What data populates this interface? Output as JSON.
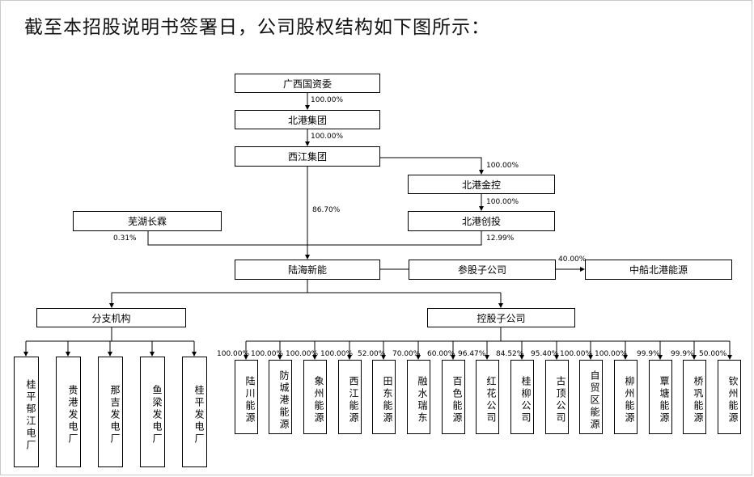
{
  "title": "截至本招股说明书签署日，公司股权结构如下图所示：",
  "nodes": {
    "gxgzw": "广西国资委",
    "bgjt": "北港集团",
    "xjjt": "西江集团",
    "bgjk": "北港金控",
    "bgct": "北港创投",
    "whcl": "芜湖长霖",
    "lhxn": "陆海新能",
    "cgzgs": "参股子公司",
    "zcbgny": "中船北港能源",
    "fzjg": "分支机构",
    "kgzgs": "控股子公司"
  },
  "percents": {
    "gxgzw_bgjt": "100.00%",
    "bgjt_xjjt": "100.00%",
    "xjjt_bgjk": "100.00%",
    "bgjk_bgct": "100.00%",
    "xjjt_lhxn": "86.70%",
    "whcl_lhxn": "0.31%",
    "bgct_lhxn": "12.99%",
    "cg_zcbgny": "40.00%"
  },
  "branches": [
    "桂平郁江电厂",
    "贵港发电厂",
    "那吉发电厂",
    "鱼梁发电厂",
    "桂平发电厂"
  ],
  "subsidiaries": [
    {
      "name": "陆川能源",
      "pct": "100.00%"
    },
    {
      "name": "防城港能源",
      "pct": "100.00%"
    },
    {
      "name": "象州能源",
      "pct": "100.00%"
    },
    {
      "name": "西江能源",
      "pct": "100.00%"
    },
    {
      "name": "田东能源",
      "pct": "52.00%"
    },
    {
      "name": "融水瑞东",
      "pct": "70.00%"
    },
    {
      "name": "百色能源",
      "pct": "60.00%"
    },
    {
      "name": "红花公司",
      "pct": "96.47%"
    },
    {
      "name": "桂柳公司",
      "pct": "84.52%"
    },
    {
      "name": "古顶公司",
      "pct": "95.40%"
    },
    {
      "name": "自贸区能源",
      "pct": "100.00%"
    },
    {
      "name": "柳州能源",
      "pct": "100.00%"
    },
    {
      "name": "覃塘能源",
      "pct": "99.9%"
    },
    {
      "name": "桥巩能源",
      "pct": "99.9%"
    },
    {
      "name": "钦州能源",
      "pct": "50.00%"
    }
  ]
}
